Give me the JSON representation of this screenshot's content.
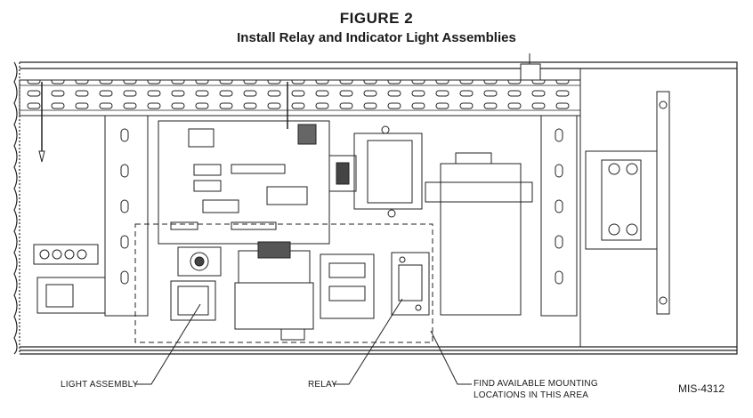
{
  "figure": {
    "title": "FIGURE 2",
    "subtitle": "Install Relay and Indicator Light Assemblies",
    "drawing_number": "MIS-4312"
  },
  "callouts": {
    "light_assembly": "LIGHT ASSEMBLY",
    "relay": "RELAY",
    "mounting_line1": "FIND AVAILABLE MOUNTING",
    "mounting_line2": "LOCATIONS IN THIS AREA"
  }
}
